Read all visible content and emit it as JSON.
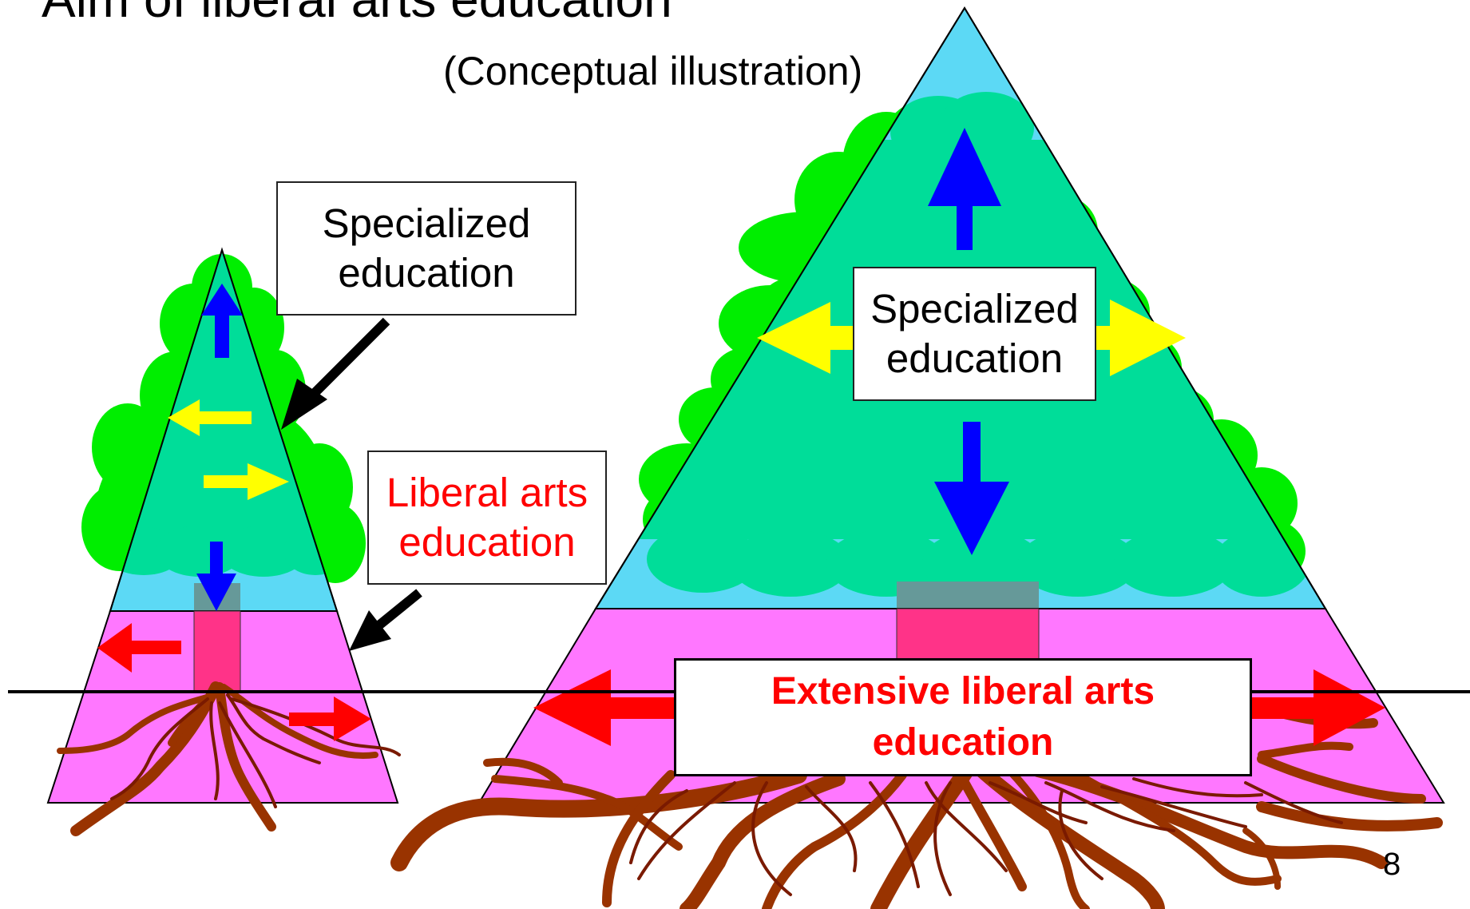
{
  "header": {
    "title": "Aim of liberal arts education",
    "subtitle": "(Conceptual illustration)"
  },
  "small_tree": {
    "top_box": {
      "line1": "Specialized",
      "line2": "education"
    },
    "bottom_box": {
      "line1": "Liberal arts",
      "line2": "education"
    }
  },
  "large_tree": {
    "top_box": {
      "line1": "Specialized",
      "line2": "education"
    },
    "bottom_box": {
      "line1": "Extensive liberal arts",
      "line2": "education"
    }
  },
  "footer": {
    "page_number": "8"
  },
  "colors": {
    "sky": "#5cd9f5",
    "foliage": "#00dd99",
    "foliage_outer": "#00ee00",
    "ground_trapezoid": "#ff77ff",
    "trunk": "#ff3388",
    "root": "#993300",
    "root_thin": "#7a1a00",
    "arrow_up_down": "#0000ff",
    "arrow_side": "#ffff00",
    "arrow_root": "#ff0000",
    "pointer": "#000000"
  }
}
